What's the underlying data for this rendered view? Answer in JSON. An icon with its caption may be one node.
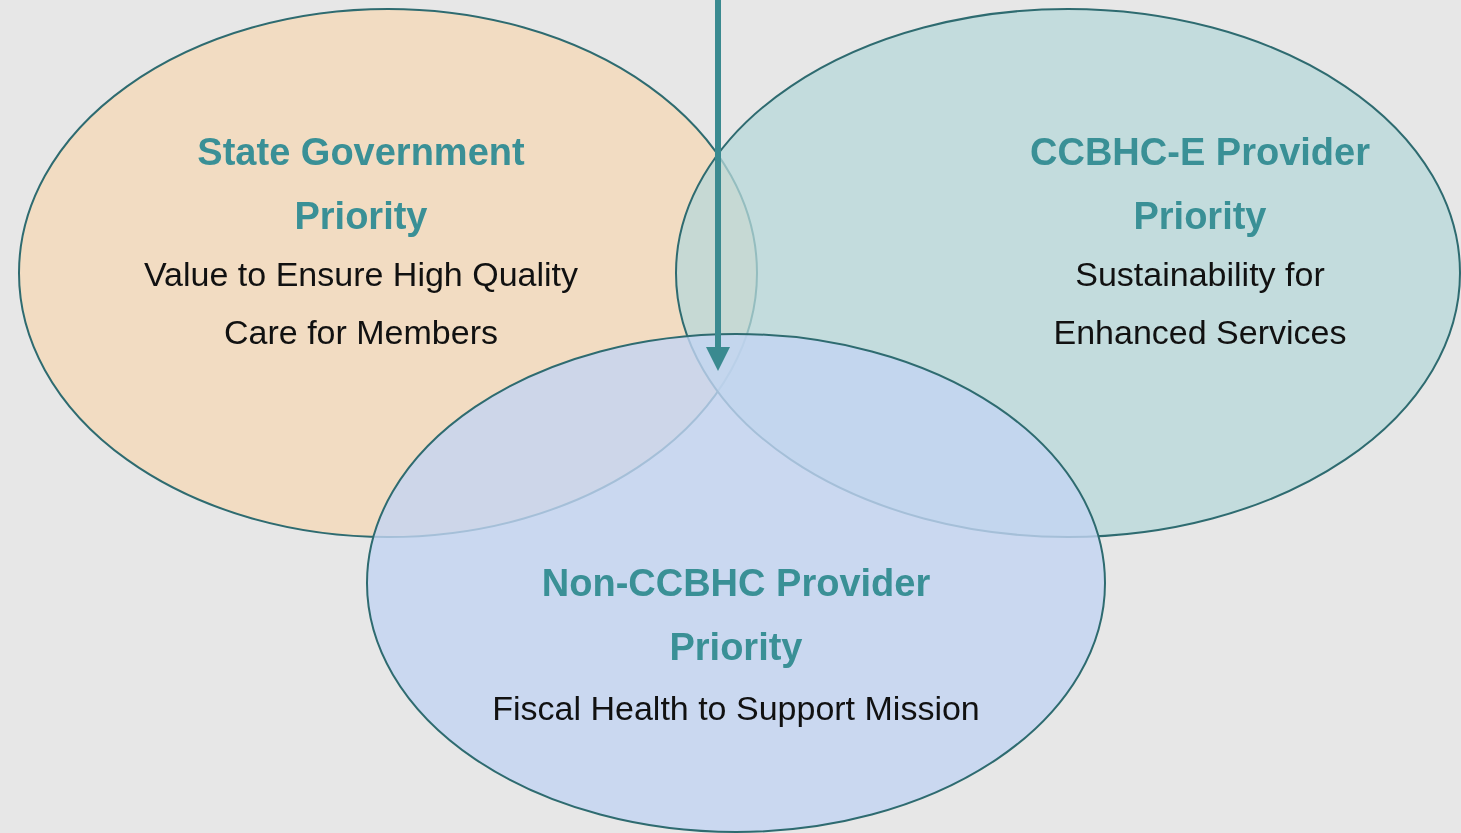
{
  "diagram": {
    "nodes": [
      {
        "text": [
          "State Government Priority",
          "Value to Ensure High Quality Care for Members"
        ]
      },
      {
        "text": [
          "CCBHC-E Provider Priority",
          "Sustainability for Enhanced Services"
        ]
      },
      {
        "text": [
          "Non-CCBHC Provider Priority",
          "Fiscal Health to Support Mission"
        ]
      }
    ]
  }
}
